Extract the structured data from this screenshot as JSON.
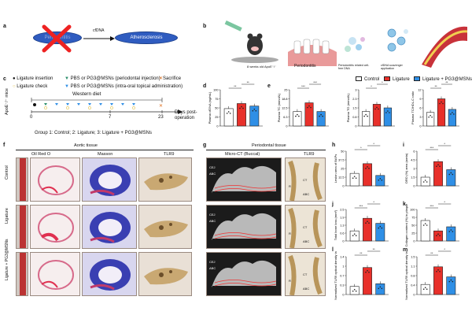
{
  "panel_labels": [
    "a",
    "b",
    "c",
    "d",
    "e",
    "f",
    "g",
    "h",
    "i",
    "j",
    "k",
    "l",
    "m"
  ],
  "panel_a": {
    "left": "Periodontitis",
    "right": "Atherosclerosis",
    "arrow_label": "cfDNA"
  },
  "panel_b": {
    "labels": [
      "8 weeks old ApoE⁻/⁻",
      "Periodontitis",
      "Periodontitis related cell-free DNA",
      "cfDNA scavenger application"
    ]
  },
  "panel_c": {
    "legend": [
      "Ligature insertion",
      "PBS or PG3@MSNs (periodontal injection)",
      "Sacrifice",
      "Ligature check",
      "PBS or PG3@MSNs (intra-oral topical administration)"
    ],
    "mice_label": "ApoE⁻/⁻ mice",
    "diet_label": "Western diet",
    "ticks": [
      "0",
      "7",
      "23"
    ],
    "days_label": "Days post-operation",
    "groups": "Group 1: Control;  2: Ligature;  3: Ligature + PG3@MSNs"
  },
  "legend_groups": [
    {
      "label": "Control",
      "color": "#ffffff"
    },
    {
      "label": "Ligature",
      "color": "#e8302a"
    },
    {
      "label": "Ligature + PG3@MSNs",
      "color": "#2f8fe6"
    }
  ],
  "panel_f": {
    "title": "Aortic tissue",
    "cols": [
      "Oil Red O",
      "Masson",
      "TLR9"
    ],
    "rows": [
      "Control",
      "Ligature",
      "Ligature + PG3@MSNs"
    ]
  },
  "panel_g": {
    "title": "Periodontal tissue",
    "cols": [
      "Micro-CT (Buccal)",
      "TLR9"
    ],
    "labels": {
      "cej": "CEJ",
      "abc": "ABC",
      "ct": "CT",
      "r": "R"
    }
  },
  "chart_data": [
    {
      "id": "d",
      "type": "bar",
      "ylabel": "Plasma cfDNA (ng/mL)",
      "categories": [
        "Control",
        "Ligature",
        "Ligature + PG3@MSNs"
      ],
      "values": [
        48,
        62,
        55
      ],
      "ylim": [
        0,
        100
      ],
      "sig": [
        "**",
        "**"
      ]
    },
    {
      "id": "e",
      "type": "bar",
      "ylabel": "Plasma TC (mmol/L)",
      "categories": [
        "Control",
        "Ligature",
        "Ligature + PG3@MSNs"
      ],
      "values": [
        10,
        16,
        10
      ],
      "ylim": [
        0,
        25
      ],
      "sig": [
        "***",
        "***"
      ]
    },
    {
      "id": "e2",
      "type": "bar",
      "ylabel": "Plasma TG (mmol/L)",
      "categories": [
        "Control",
        "Ligature",
        "Ligature + PG3@MSNs"
      ],
      "values": [
        1.2,
        1.8,
        1.5
      ],
      "ylim": [
        0,
        3
      ],
      "sig": [
        "*",
        "*"
      ]
    },
    {
      "id": "e3",
      "type": "bar",
      "ylabel": "Plasma TC/HDL-C ratio",
      "categories": [
        "Control",
        "Ligature",
        "Ligature + PG3@MSNs"
      ],
      "values": [
        4.5,
        9,
        5.5
      ],
      "ylim": [
        0,
        12
      ],
      "sig": [
        "**",
        "**"
      ]
    },
    {
      "id": "h",
      "type": "bar",
      "ylabel": "Lesion area of BAPs",
      "categories": [
        "Control",
        "Ligature",
        "Ligature + PG3@MSNs"
      ],
      "values": [
        18,
        32,
        15
      ],
      "ylim": [
        0,
        50
      ],
      "sig": [
        "*",
        "*"
      ]
    },
    {
      "id": "i",
      "type": "bar",
      "ylabel": "ORO (%) area (aorta)",
      "categories": [
        "Control",
        "Ligature",
        "Ligature + PG3@MSNs"
      ],
      "values": [
        1.5,
        4.2,
        2.8
      ],
      "ylim": [
        0,
        6
      ],
      "sig": [
        "***",
        "*"
      ]
    },
    {
      "id": "j",
      "type": "bar",
      "ylabel": "Total bone loss (mm²)",
      "categories": [
        "Control",
        "Ligature",
        "Ligature + PG3@MSNs"
      ],
      "values": [
        0.8,
        1.8,
        1.4
      ],
      "ylim": [
        0,
        2.5
      ],
      "sig": [
        "***",
        "*"
      ]
    },
    {
      "id": "k",
      "type": "bar",
      "ylabel": "Collagen content (%) in plaque",
      "categories": [
        "Control",
        "Ligature",
        "Ligature + PG3@MSNs"
      ],
      "values": [
        65,
        32,
        45
      ],
      "ylim": [
        0,
        100
      ],
      "sig": [
        "***",
        "*"
      ]
    },
    {
      "id": "l",
      "type": "bar",
      "ylabel": "Normalized TLR9 optical density in aorta",
      "categories": [
        "Control",
        "Ligature",
        "Ligature + PG3@MSNs"
      ],
      "values": [
        0.3,
        1.0,
        0.4
      ],
      "ylim": [
        0,
        1.4
      ],
      "sig": [
        "**",
        "**"
      ]
    },
    {
      "id": "m",
      "type": "bar",
      "ylabel": "Normalized TLR9 optical density in periodontal tissue",
      "categories": [
        "Control",
        "Ligature",
        "Ligature + PG3@MSNs"
      ],
      "values": [
        0.4,
        1.1,
        0.7
      ],
      "ylim": [
        0,
        1.5
      ],
      "sig": [
        "**",
        "*"
      ]
    }
  ]
}
